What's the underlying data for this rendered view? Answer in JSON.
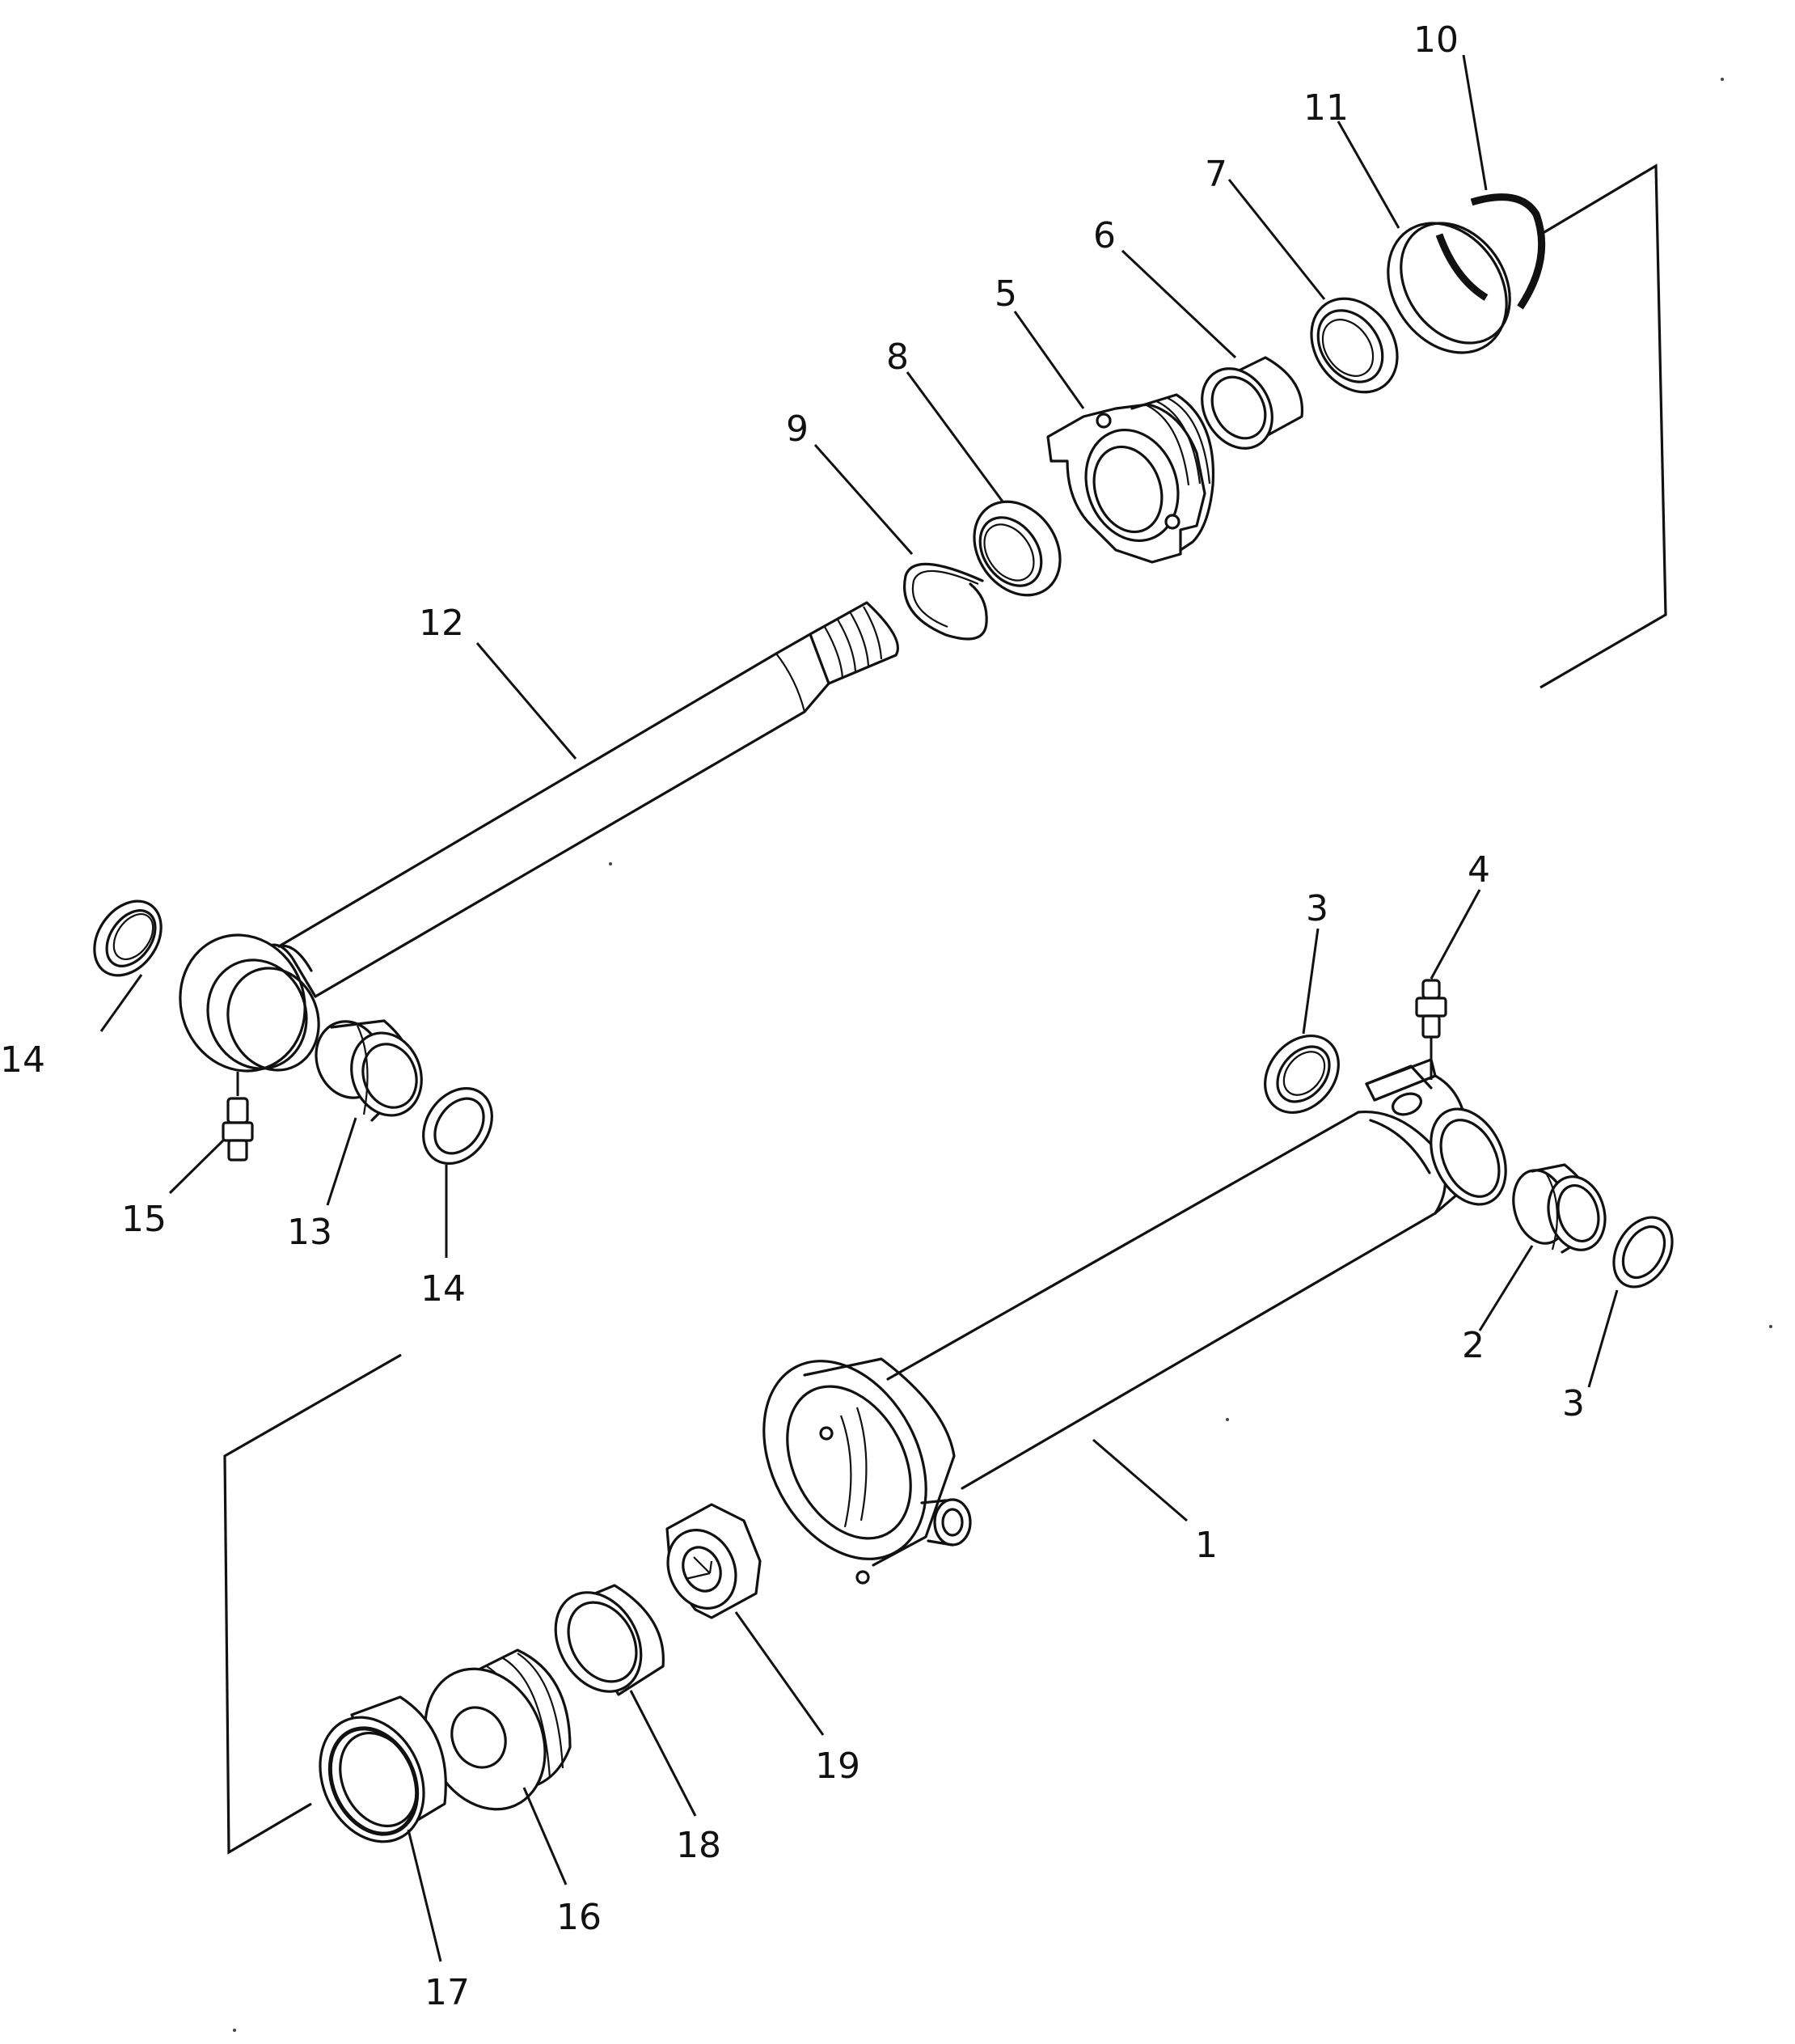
{
  "labels": {
    "p1": "1",
    "p2": "2",
    "p3a": "3",
    "p3b": "3",
    "p4": "4",
    "p5": "5",
    "p6": "6",
    "p7": "7",
    "p8": "8",
    "p9": "9",
    "p10": "10",
    "p11": "11",
    "p12": "12",
    "p13": "13",
    "p14a": "14",
    "p14b": "14",
    "p15": "15",
    "p16": "16",
    "p17": "17",
    "p18": "18",
    "p19": "19"
  }
}
